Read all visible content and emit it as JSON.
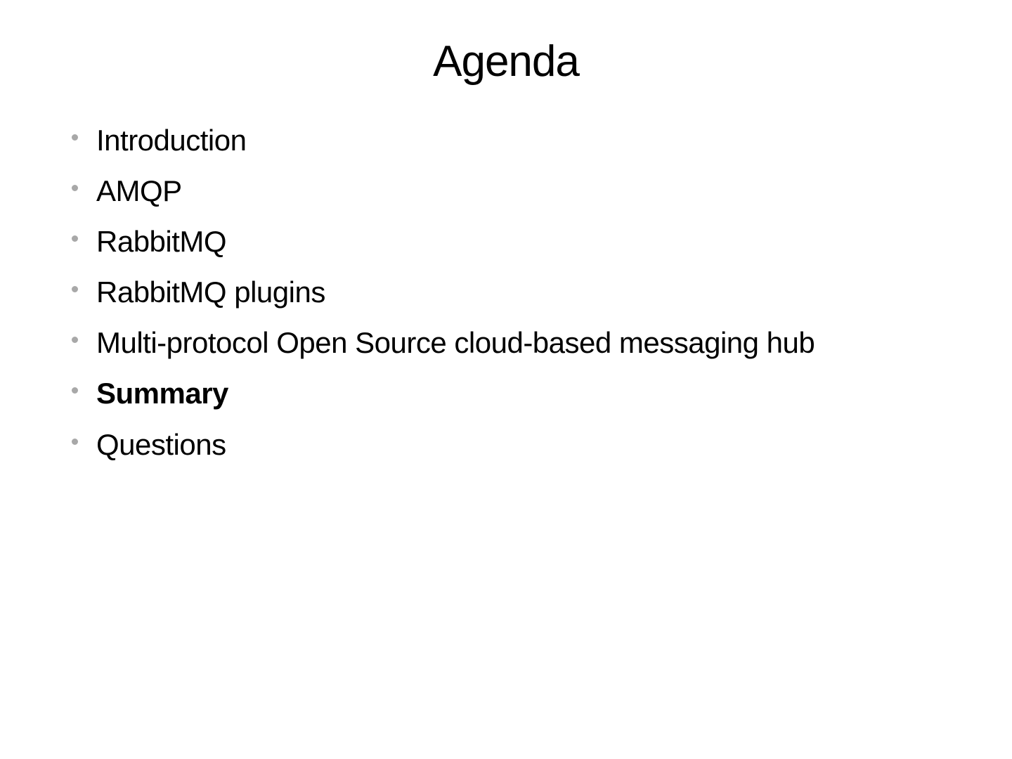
{
  "slide": {
    "title": "Agenda",
    "bullets": [
      {
        "text": "Introduction",
        "bold": false
      },
      {
        "text": "AMQP",
        "bold": false
      },
      {
        "text": "RabbitMQ",
        "bold": false
      },
      {
        "text": "RabbitMQ plugins",
        "bold": false
      },
      {
        "text": "Multi-protocol Open Source cloud-based messaging hub",
        "bold": false
      },
      {
        "text": "Summary",
        "bold": true
      },
      {
        "text": "Questions",
        "bold": false
      }
    ],
    "colors": {
      "background": "#ffffff",
      "text": "#000000",
      "bullet": "#a8a8a8"
    }
  }
}
